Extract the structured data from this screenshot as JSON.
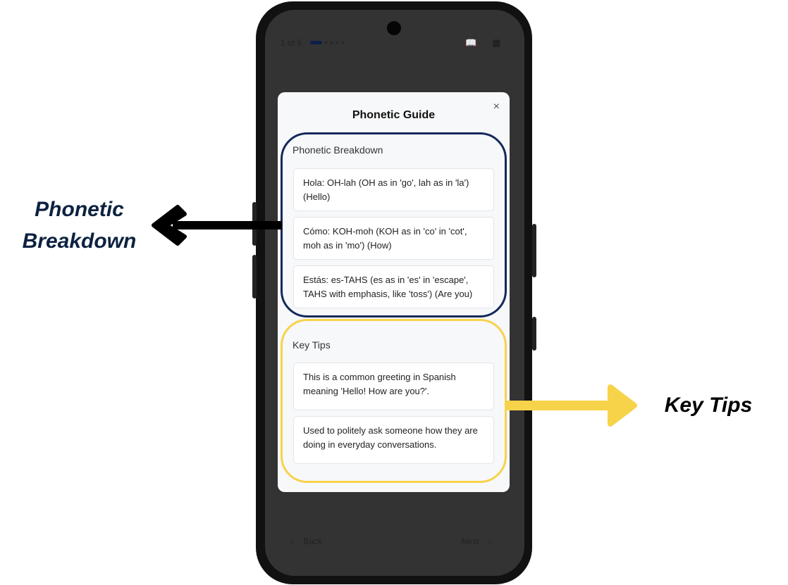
{
  "status": {
    "page_indicator": "1 of 5",
    "total_dots": 5,
    "current": 1
  },
  "nav": {
    "back": "Back",
    "next": "Next",
    "back_icon": "‹",
    "next_icon": "›"
  },
  "modal": {
    "title": "Phonetic Guide",
    "close": "×",
    "breakdown_title": "Phonetic Breakdown",
    "breakdown": [
      "Hola: OH-lah (OH as in 'go', lah as in 'la') (Hello)",
      "Cómo: KOH-moh (KOH as in 'co' in 'cot', moh as in 'mo') (How)",
      "Estás: es-TAHS (es as in 'es' in 'escape', TAHS with emphasis, like 'toss') (Are you)"
    ],
    "tips_title": "Key Tips",
    "tips": [
      "This is a common greeting in Spanish meaning 'Hello! How are you?'.",
      "Used to politely ask someone how they are doing in everyday conversations."
    ]
  },
  "annotations": {
    "left": "Phonetic Breakdown",
    "right": "Key Tips",
    "left_color": "#0d2240",
    "right_color": "#f7d34a"
  }
}
